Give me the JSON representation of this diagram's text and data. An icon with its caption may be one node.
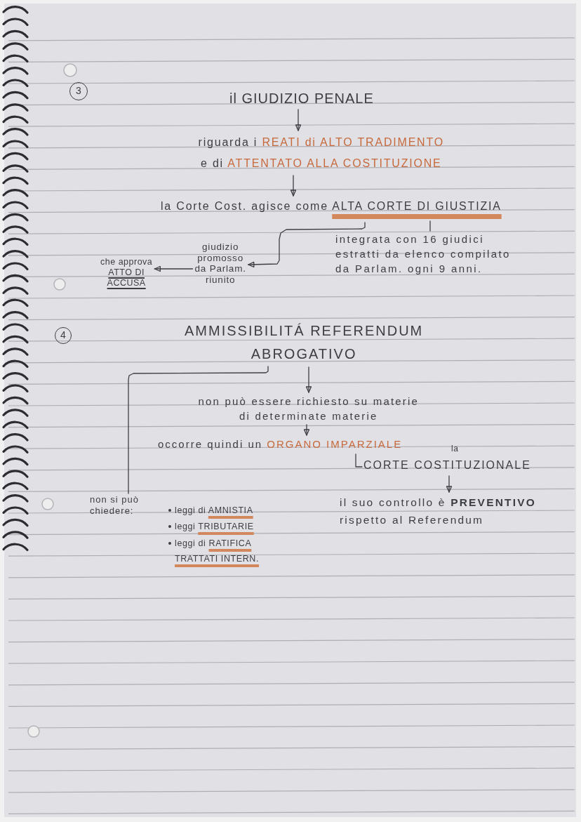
{
  "diagram": {
    "nodes": [
      {
        "text": [
          "il GIUDIZIO PENALE"
        ]
      },
      {
        "text": [
          "riguarda i **REATI di ALTO TRADIMENTO** e di **ATTENTATO ALLA COSTITUZIONE**"
        ]
      },
      {
        "text": [
          "la Corte Cost. agisce come **ALTA CORTE DI GIUSTIZIA**"
        ]
      },
      {
        "text": [
          "giudizio promosso da Parlam. riunito"
        ]
      },
      {
        "text": [
          "integrata con 16 giudici estratti da elenco compilato da Parlam. ogni 9 anni."
        ]
      },
      {
        "text": [
          "che approva **ATTO DI ACCUSA**"
        ]
      },
      {
        "text": [
          "AMMISSIBILITÁ REFERENDUM ABROGATIVO"
        ]
      },
      {
        "text": [
          "non può essere richiesto su materie di determinate materie"
        ]
      },
      {
        "text": [
          "occorre quindi un **ORGANO IMPARZIALE**"
        ]
      },
      {
        "text": [
          "la",
          "CORTE COSTITUZIONALE"
        ]
      },
      {
        "text": [
          "il suo controllo è **PREVENTIVO** rispetto al Referendum"
        ]
      },
      {
        "text": [
          "non si può chiedere:",
          "leggi di **AMNISTIA**",
          "leggi **TRIBUTARIE**",
          "leggi di **RATIFICA TRATTATI INTERN.**"
        ]
      }
    ],
    "edges": [
      {
        "from": 0,
        "to": 1,
        "arrow": "to"
      },
      {
        "from": 1,
        "to": 2,
        "arrow": "to"
      },
      {
        "from": 2,
        "to": 3,
        "arrow": "to"
      },
      {
        "from": 3,
        "to": 5,
        "arrow": "to"
      },
      {
        "from": 2,
        "to": 4,
        "arrow": "none"
      },
      {
        "from": 6,
        "to": 7,
        "arrow": "to"
      },
      {
        "from": 6,
        "to": 11,
        "arrow": "none"
      },
      {
        "from": 7,
        "to": 8,
        "arrow": "to"
      },
      {
        "from": 8,
        "to": 9,
        "arrow": "none"
      },
      {
        "from": 9,
        "to": 10,
        "arrow": "to"
      }
    ],
    "labels": [
      "3",
      "4"
    ]
  }
}
